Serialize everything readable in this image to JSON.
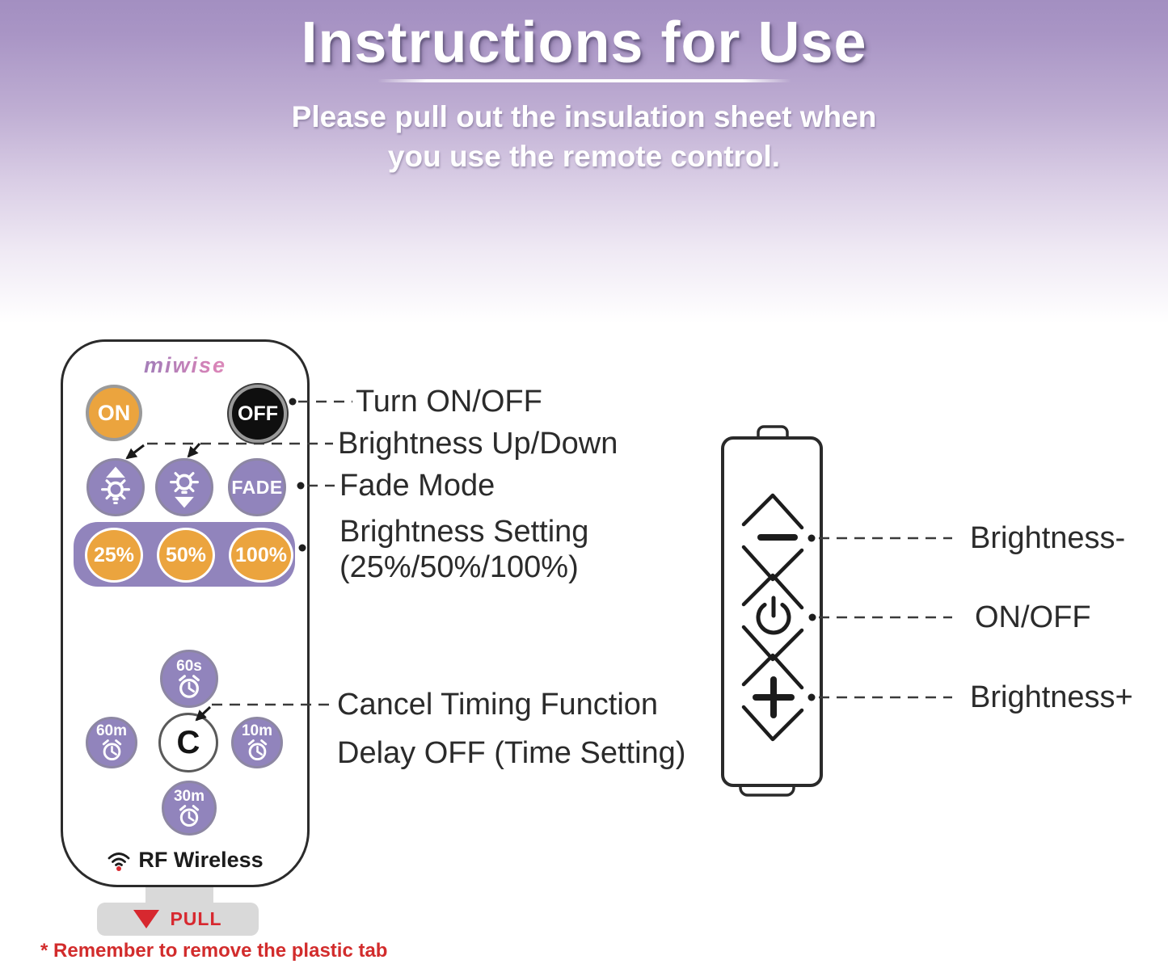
{
  "header": {
    "title": "Instructions for Use",
    "subtitle_line1": "Please pull out the insulation sheet when",
    "subtitle_line2": "you use the remote control."
  },
  "remote": {
    "brand": "miwise",
    "on": "ON",
    "off": "OFF",
    "fade": "FADE",
    "pct25": "25%",
    "pct50": "50%",
    "pct100": "100%",
    "t60s": "60s",
    "t60m": "60m",
    "cancel": "C",
    "t10m": "10m",
    "t30m": "30m",
    "wireless": "RF Wireless",
    "pull": "PULL"
  },
  "callouts": {
    "turn_on_off": "Turn ON/OFF",
    "brightness_up_down": "Brightness Up/Down",
    "fade_mode": "Fade Mode",
    "brightness_setting_1": "Brightness Setting",
    "brightness_setting_2": "(25%/50%/100%)",
    "cancel_timing": "Cancel Timing Function",
    "delay_off": "Delay OFF (Time Setting)"
  },
  "side_device": {
    "minus_label": "Brightness-",
    "onoff_label": "ON/OFF",
    "plus_label": "Brightness+",
    "minus_symbol": "-",
    "plus_symbol": "+",
    "power_symbol": "power-icon"
  },
  "note": "* Remember to remove the plastic tab",
  "icons": {
    "brightness_up": "bulb-up-arrow-icon",
    "brightness_down": "bulb-down-arrow-icon",
    "timer": "alarm-clock-icon",
    "wireless": "wifi-icon",
    "pull": "down-triangle-icon",
    "power": "power-icon"
  },
  "colors": {
    "purple": "#9184bc",
    "purple-ring": "#8d87a3",
    "orange": "#eba43e",
    "gray-ring": "#9a9a9a",
    "black-btn": "#0f0f0f",
    "red": "#d7282f",
    "note-red": "#d22c2c",
    "line": "#3a3a3a",
    "label": "#2b2b2b",
    "tab-gray": "#d9d9d9",
    "outline": "#2b2b2b",
    "header-purple": "#a38fc1"
  }
}
